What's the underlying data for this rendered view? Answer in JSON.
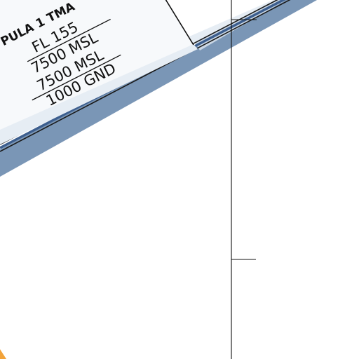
{
  "chart_title": "",
  "airspace": {
    "name": "PULA 1 TMA",
    "upper_limits": [
      "FL 155",
      "7500 MSL"
    ],
    "lower_limits": [
      "7500 MSL",
      "1000 GND"
    ]
  },
  "colors": {
    "boundary_band": "#7a96b6",
    "boundary_band_light": "#c9d6e4",
    "boundary_line_dark": "#1a1a1a",
    "boundary_line_blue": "#3c5e8e",
    "label_box_fill": "#f7f9fb",
    "label_shade": "#e6edf4",
    "grid_line": "#111111",
    "marker": "#f2a33a"
  }
}
